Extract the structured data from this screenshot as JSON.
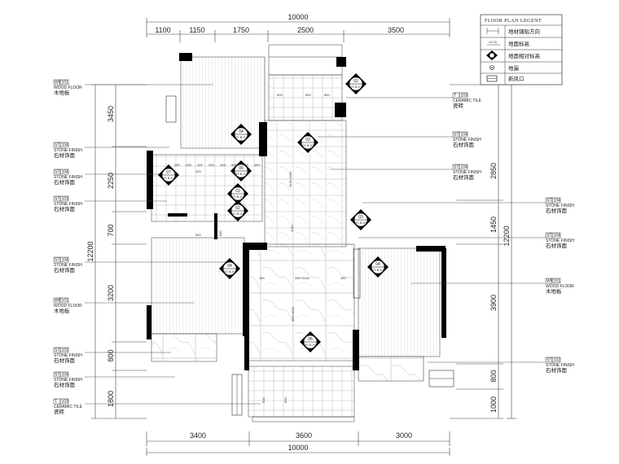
{
  "legend": {
    "title": "FLOOR   PLAN   LEGENT",
    "items": [
      {
        "icon": "tile-direction-icon",
        "text": "地材铺贴方向"
      },
      {
        "icon": "floor-level-icon",
        "text": "地面标高"
      },
      {
        "icon": "elevation-index-icon",
        "text": "地面相对标高"
      },
      {
        "icon": "floor-drain-icon",
        "text": "地漏"
      },
      {
        "icon": "exhaust-fan-icon",
        "text": "新风口"
      }
    ]
  },
  "dims_top": {
    "total": "10000",
    "segments": [
      "1100",
      "1150",
      "1750",
      "2500",
      "3500"
    ]
  },
  "dims_bottom": {
    "total": "10000",
    "segments": [
      "3400",
      "3600",
      "3000"
    ]
  },
  "dims_left": {
    "total": "12200",
    "segments": [
      "3450",
      "2250",
      "700",
      "3200",
      "800",
      "1800"
    ]
  },
  "dims_right": {
    "total": "12200",
    "segments": [
      "2850",
      "1450",
      "3900",
      "800",
      "1000"
    ]
  },
  "tags_left": [
    {
      "code": "WF",
      "num": "101",
      "en": "WOOD FLOOR",
      "cn": "木地板"
    },
    {
      "code": "ST",
      "num": "104",
      "en": "STONE FINISH",
      "cn": "石材饰面"
    },
    {
      "code": "ST",
      "num": "104",
      "en": "STONE FINISH",
      "cn": "石材饰面"
    },
    {
      "code": "ST",
      "num": "103",
      "en": "STONE FINISH",
      "cn": "石材饰面"
    },
    {
      "code": "ST",
      "num": "104",
      "en": "STONE FINISH",
      "cn": "石材饰面"
    },
    {
      "code": "WF",
      "num": "101",
      "en": "WOOD FLOOR",
      "cn": "木地板"
    },
    {
      "code": "ST",
      "num": "102",
      "en": "STONE FINISH",
      "cn": "石材饰面"
    },
    {
      "code": "ST",
      "num": "104",
      "en": "STONE FINISH",
      "cn": "石材饰面"
    },
    {
      "code": "T",
      "num": "103",
      "en": "CERAMIC TILE",
      "cn": "瓷砖"
    }
  ],
  "tags_right": [
    {
      "code": "T",
      "num": "103",
      "en": "CERAMIC TILE",
      "cn": "瓷砖"
    },
    {
      "code": "ST",
      "num": "104",
      "en": "STONE FINISH",
      "cn": "石材饰面"
    },
    {
      "code": "ST",
      "num": "104",
      "en": "STONE FINISH",
      "cn": "石材饰面"
    },
    {
      "code": "ST",
      "num": "104",
      "en": "STONE FINISH",
      "cn": "石材饰面"
    },
    {
      "code": "ST",
      "num": "104",
      "en": "STONE FINISH",
      "cn": "石材饰面"
    },
    {
      "code": "WF",
      "num": "101",
      "en": "WOOD FLOOR",
      "cn": "木地板"
    },
    {
      "code": "ST",
      "num": "102",
      "en": "STONE FINISH",
      "cn": "石材饰面"
    }
  ],
  "markers": [
    {
      "num": "02",
      "ref": "AT-B-01"
    },
    {
      "num": "04",
      "ref": "AT-B-01"
    },
    {
      "num": "03",
      "ref": "AT-B-02"
    },
    {
      "num": "05",
      "ref": "AT-B-01"
    },
    {
      "num": "07",
      "ref": "AT-B-01"
    },
    {
      "num": "01",
      "ref": "AT-B-01"
    },
    {
      "num": "02",
      "ref": "AT-B-01"
    },
    {
      "num": "03",
      "ref": "AT-B-03"
    },
    {
      "num": "04",
      "ref": "AT-B-04"
    },
    {
      "num": "04",
      "ref": "AT-B-04"
    },
    {
      "num": "06",
      "ref": "AT-B-04"
    }
  ],
  "interior_dims": {
    "kitchen_a": "600",
    "kitchen_b": "600",
    "kitchen_c": "600",
    "corr_a": "3130-2950",
    "corr_b": "1140",
    "living_a": "450+2240",
    "living_b": "450+4500",
    "living_c": "450",
    "living_d": "160",
    "bath_a": "840",
    "bath_b": "500",
    "balc_a": "600",
    "balc_b": "600",
    "row_labels": [
      "250",
      "425",
      "425",
      "425",
      "426",
      "900",
      "545",
      "425",
      "450"
    ]
  }
}
